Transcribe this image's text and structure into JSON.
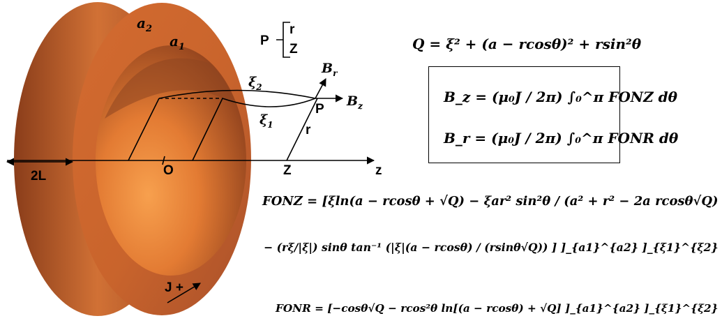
{
  "diagram": {
    "labels": {
      "a2": "a",
      "a2_sub": "2",
      "a1": "a",
      "a1_sub": "1",
      "point_p": "P",
      "brace_r": "r",
      "brace_z": "Z",
      "xi2": "ξ",
      "xi2_sub": "2",
      "xi1": "ξ",
      "xi1_sub": "1",
      "br": "B",
      "br_sub": "r",
      "bz": "B",
      "bz_sub": "z",
      "p_on_axis": "P",
      "r_line": "r",
      "origin": "O",
      "z_point": "Z",
      "z_axis": "z",
      "two_l": "2L",
      "current": "J +"
    },
    "colors": {
      "ring_outer_face": "#c8642e",
      "ring_inner_light": "#f08a3a",
      "ring_inner_dark": "#9a4a22",
      "ring_side_dark": "#7a3617",
      "ring_side_light": "#b8582a"
    }
  },
  "equations": {
    "Q": "Q = ξ² + (a − rcosθ)² + rsin²θ",
    "Bz": "B_z = (μ₀J / 2π) ∫₀^π FONZ dθ",
    "Br": "B_r = (μ₀J / 2π) ∫₀^π FONR dθ",
    "FONZ_line1": "FONZ = [ξln(a − rcosθ + √Q) − ξar² sin²θ / (a² + r² − 2a rcosθ√Q)",
    "FONZ_line2": "− (rξ/|ξ|) sinθ tan⁻¹ (|ξ|(a − rcosθ) / (rsinθ√Q)) ] ]_{a1}^{a2} ]_{ξ1}^{ξ2}",
    "FONR": "FONR = [−cosθ√Q − rcos²θ ln[(a − rcosθ) + √Q] ]_{a1}^{a2} ]_{ξ1}^{ξ2}"
  }
}
